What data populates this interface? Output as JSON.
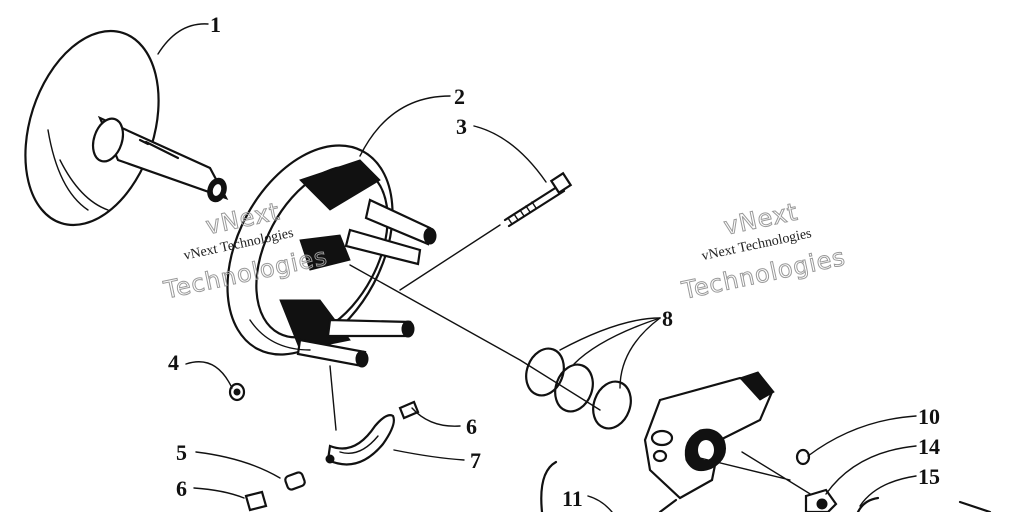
{
  "callouts": {
    "c1": "1",
    "c2": "2",
    "c3": "3",
    "c4": "4",
    "c5": "5",
    "c6a": "6",
    "c6b": "6",
    "c7": "7",
    "c8": "8",
    "c10": "10",
    "c11": "11",
    "c14": "14",
    "c15": "15"
  },
  "watermarks": {
    "left_small": "vNext Technologies",
    "left_big": "Technologies",
    "left_big_top": "vNext",
    "right_small": "vNext Technologies",
    "right_big": "Technologies",
    "right_big_top": "vNext"
  },
  "colors": {
    "ink": "#111111",
    "background": "#ffffff",
    "watermark": "#9a9a9a"
  }
}
